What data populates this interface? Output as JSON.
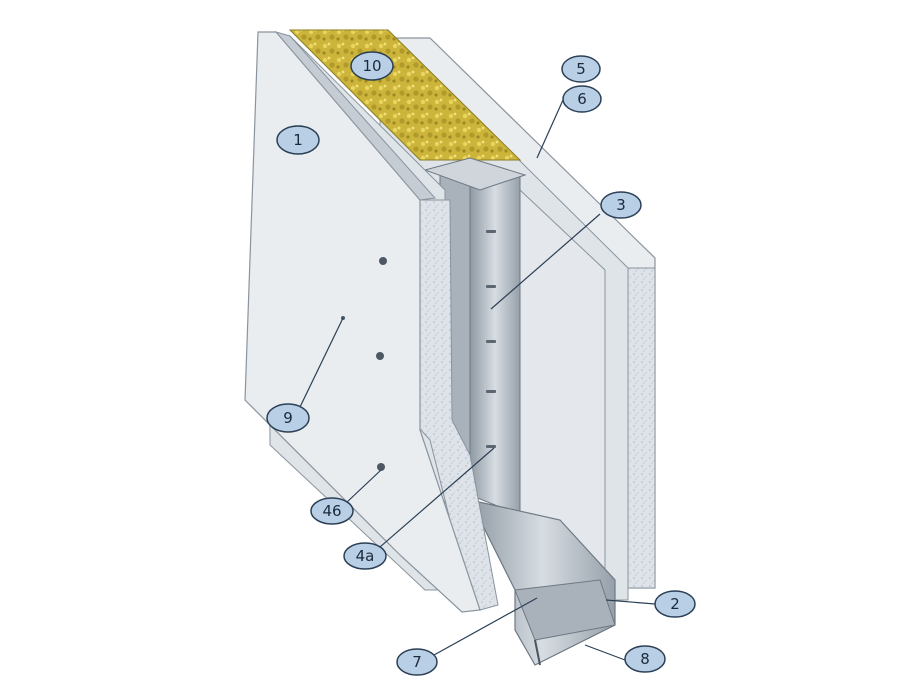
{
  "diagram": {
    "colors": {
      "background": "#ffffff",
      "board_face": "#e6eaee",
      "board_edge": "#c6ccd3",
      "board_outline": "#8a949e",
      "insulation": "#c9b23a",
      "insulation_light": "#e6d35a",
      "metal": "#b8c0c8",
      "metal_dark": "#7f8a95",
      "callout_fill": "#b9cfe6",
      "callout_stroke": "#2b3f55",
      "leader": "#2b3f55"
    },
    "callouts": [
      {
        "id": "c1",
        "label": "1"
      },
      {
        "id": "c10",
        "label": "10"
      },
      {
        "id": "c5",
        "label": "5"
      },
      {
        "id": "c6",
        "label": "6"
      },
      {
        "id": "c3",
        "label": "3"
      },
      {
        "id": "c9",
        "label": "9"
      },
      {
        "id": "c46",
        "label": "46"
      },
      {
        "id": "c4a",
        "label": "4a"
      },
      {
        "id": "c2",
        "label": "2"
      },
      {
        "id": "c7",
        "label": "7"
      },
      {
        "id": "c8",
        "label": "8"
      }
    ]
  }
}
